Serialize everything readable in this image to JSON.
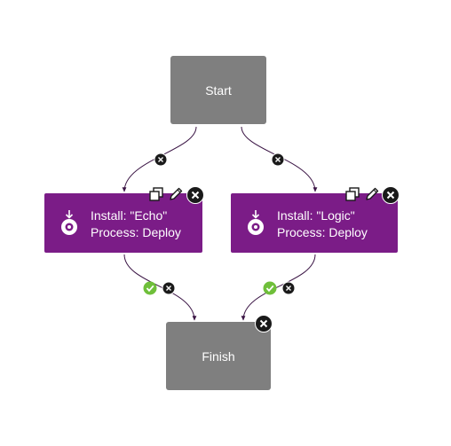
{
  "nodes": {
    "start": {
      "label": "Start"
    },
    "finish": {
      "label": "Finish"
    },
    "step_echo": {
      "line1": "Install: \"Echo\"",
      "line2": "Process: Deploy"
    },
    "step_logic": {
      "line1": "Install: \"Logic\"",
      "line2": "Process: Deploy"
    }
  },
  "colors": {
    "gray_node": "#7f7f7f",
    "step_node": "#7b1c87",
    "connector": "#3b1545",
    "success": "#6fbf3a",
    "dark": "#1a1a1a"
  },
  "icons": [
    "delete-icon",
    "copy-icon",
    "pencil-icon",
    "success-icon",
    "install-icon"
  ]
}
